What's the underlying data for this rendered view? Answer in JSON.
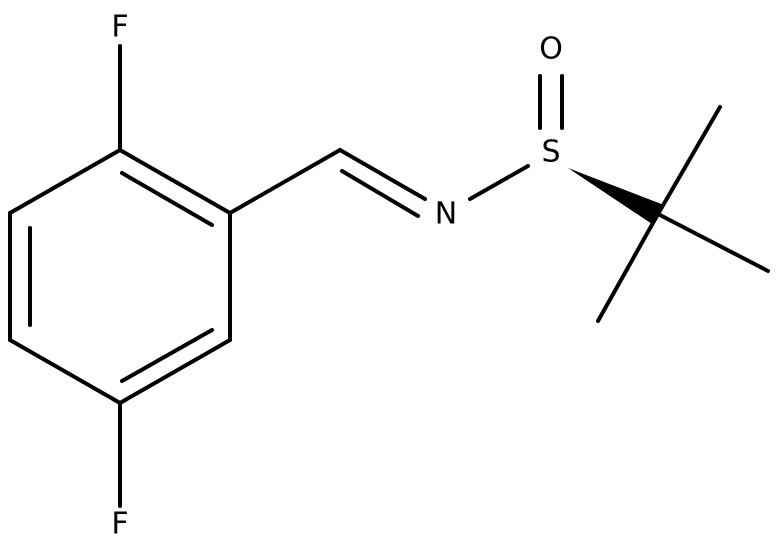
{
  "molecule": {
    "atoms": {
      "F_top": "F",
      "F_bottom": "F",
      "N": "N",
      "S": "S",
      "O": "O"
    }
  },
  "colors": {
    "bond": "#000000",
    "background": "#ffffff"
  }
}
